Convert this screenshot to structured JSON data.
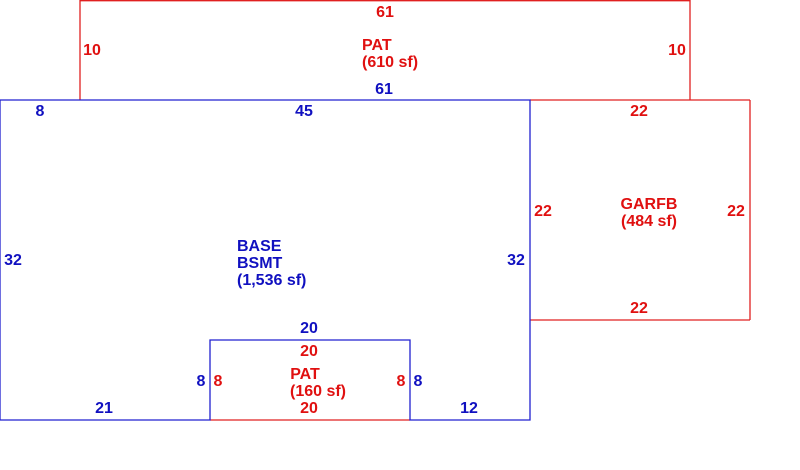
{
  "colors": {
    "base": "#1010c0",
    "addition": "#e01010"
  },
  "areas": {
    "patio_top": {
      "name": "PAT",
      "area": "(610 sf)"
    },
    "base": {
      "name_line1": "BASE",
      "name_line2": "BSMT",
      "area": "(1,536 sf)"
    },
    "garage": {
      "name": "GARFB",
      "area": "(484 sf)"
    },
    "patio_bottom": {
      "name": "PAT",
      "area": "(160 sf)"
    }
  },
  "dimensions": {
    "patio_top": {
      "top": "61",
      "bottom": "61",
      "left": "10",
      "right": "10"
    },
    "base": {
      "top": "45",
      "top_left": "8",
      "left": "32",
      "right": "32",
      "bottom_left": "21",
      "bottom_right": "12",
      "notch_top": "20",
      "notch_left": "8",
      "notch_right": "8"
    },
    "garage": {
      "top": "22",
      "bottom": "22",
      "left": "22",
      "right": "22"
    },
    "patio_bottom": {
      "top": "20",
      "bottom": "20",
      "left": "8",
      "right": "8"
    }
  }
}
